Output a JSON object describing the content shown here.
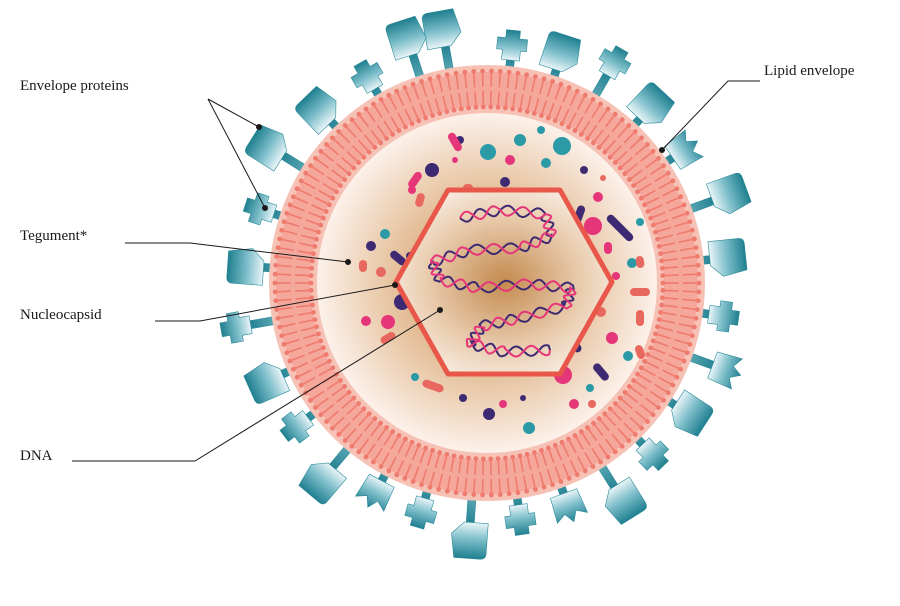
{
  "labels": {
    "envelope_proteins": "Envelope proteins",
    "lipid_envelope": "Lipid envelope",
    "tegument": "Tegument*",
    "nucleocapsid": "Nucleocapsid",
    "dna": "DNA"
  },
  "colors": {
    "membrane": "#ef7a6e",
    "membrane_light": "#f5a79c",
    "tegument_center": "#c78f55",
    "tegument_edge": "#fbeee6",
    "capsid": "#e8574a",
    "spike_dark": "#2a8a99",
    "spike_light": "#dff0f4",
    "particle_teal": "#2b9aa6",
    "particle_pink": "#e6367a",
    "particle_navy": "#3d2a72",
    "particle_coral": "#e8685f",
    "dna_pink": "#e6367a",
    "dna_navy": "#3d2a72",
    "leader_line": "#1a1a1a"
  }
}
